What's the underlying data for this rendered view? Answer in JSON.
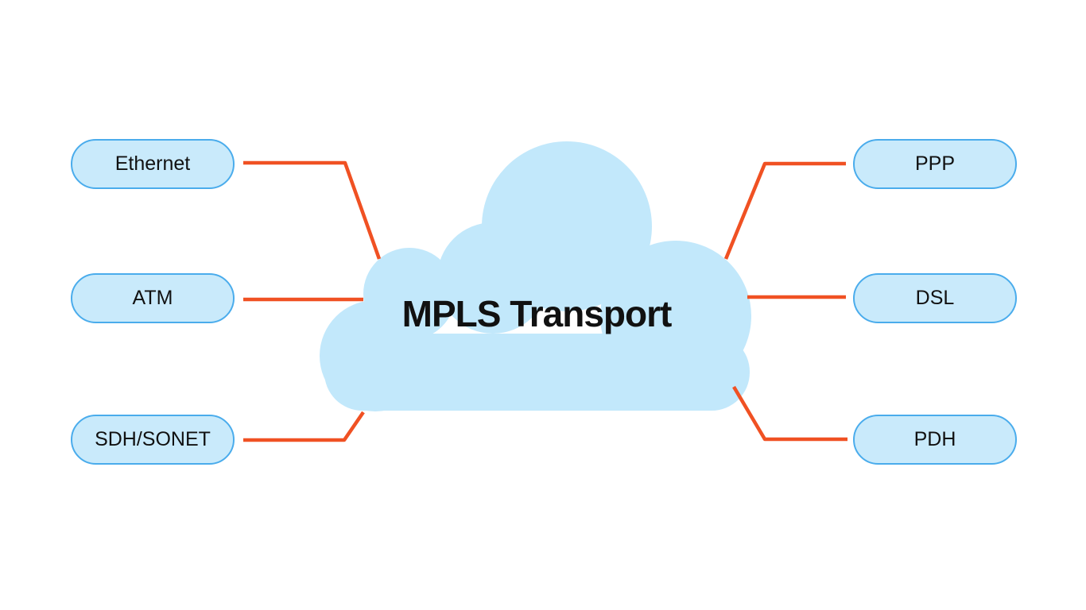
{
  "diagram": {
    "title": "MPLS Transport",
    "cloud_label": "MPLS Transport",
    "left_nodes": [
      {
        "label": "Ethernet"
      },
      {
        "label": "ATM"
      },
      {
        "label": "SDH/SONET"
      }
    ],
    "right_nodes": [
      {
        "label": "PPP"
      },
      {
        "label": "DSL"
      },
      {
        "label": "PDH"
      }
    ],
    "connections": [
      {
        "from": "Ethernet",
        "to": "MPLS Transport"
      },
      {
        "from": "ATM",
        "to": "MPLS Transport"
      },
      {
        "from": "SDH/SONET",
        "to": "MPLS Transport"
      },
      {
        "from": "MPLS Transport",
        "to": "PPP"
      },
      {
        "from": "MPLS Transport",
        "to": "DSL"
      },
      {
        "from": "MPLS Transport",
        "to": "PDH"
      }
    ],
    "colors": {
      "cloud_fill": "#C2E8FB",
      "node_fill": "#C9EAFB",
      "node_border": "#4AACEC",
      "connector": "#F05123",
      "text": "#111111",
      "background": "#FFFFFF"
    }
  }
}
